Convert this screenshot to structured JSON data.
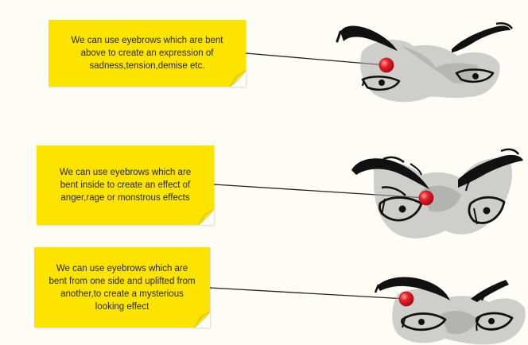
{
  "notes": [
    {
      "text": "We can use eyebrows which are bent above to create an expression of sadness,tension,demise etc."
    },
    {
      "text": "We can use eyebrows which are bent inside to create an effect of anger,rage or monstrous effects"
    },
    {
      "text": "We can use eyebrows which are bent from one side and uplifted from another,to create a mysterious looking effect"
    }
  ],
  "colors": {
    "note": "#fce300",
    "note_fold": "#e8cf00",
    "marker": "#e8202a",
    "ink": "#111111",
    "shade": "#9a9a9a",
    "background": "#fdfdf6"
  }
}
